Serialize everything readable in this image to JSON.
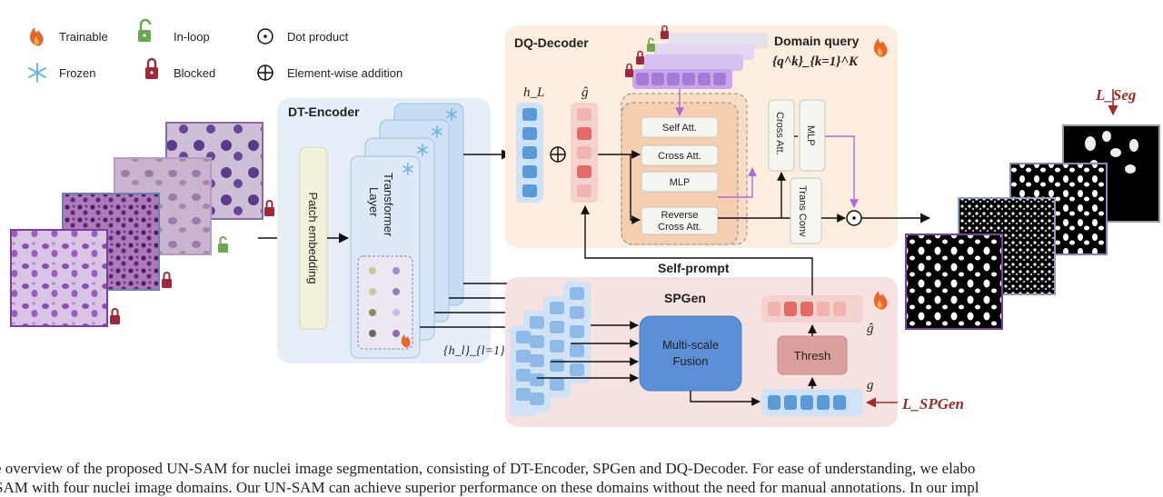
{
  "legend": {
    "trainable": "Trainable",
    "in_loop": "In-loop",
    "dot_product": "Dot product",
    "frozen": "Frozen",
    "blocked": "Blocked",
    "element_addition": "Element-wise addition"
  },
  "dt_encoder": {
    "title": "DT-Encoder",
    "patch_embedding": "Patch embedding",
    "transformer_line1": "Transformer",
    "transformer_line2": "Layer",
    "hidden_states": "{h_l}_{l=1}^L"
  },
  "dq_decoder": {
    "title": "DQ-Decoder",
    "domain_query_label": "Domain query",
    "domain_query_math": "{q^k}_{k=1}^K",
    "h_L": "h_L",
    "g_hat": "ĝ",
    "self_att": "Self Att.",
    "cross_att": "Cross Att.",
    "mlp": "MLP",
    "reverse_line1": "Reverse",
    "reverse_line2": "Cross Att.",
    "cross_att_vertical": "Cross Att.",
    "mlp_vertical": "MLP",
    "trans_conv": "Trans Conv"
  },
  "spgen": {
    "title": "SPGen",
    "fusion_line1": "Multi-scale",
    "fusion_line2": "Fusion",
    "thresh": "Thresh",
    "g_hat": "ĝ",
    "g": "g",
    "self_prompt": "Self-prompt"
  },
  "losses": {
    "seg": "L_Seg",
    "spgen": "L_SPGen"
  },
  "caption": {
    "line1": "e overview of the proposed UN-SAM for nuclei image segmentation, consisting of DT-Encoder, SPGen and DQ-Decoder. For ease of understanding, we elabo",
    "line2": "SAM with four nuclei image domains. Our UN-SAM can achieve superior performance on these domains without the need for manual annotations. In our impl"
  },
  "colors": {
    "trainable": "#e8662a",
    "frozen": "#6cb4e6",
    "blocked": "#a0283a",
    "in_loop": "#6aa84f",
    "dq_bg": "#fbeede",
    "sp_bg": "#f6e3e1",
    "enc_bg": "#e6eef7",
    "purple_arrow": "#b06ad8",
    "loss": "#a52a2a"
  }
}
